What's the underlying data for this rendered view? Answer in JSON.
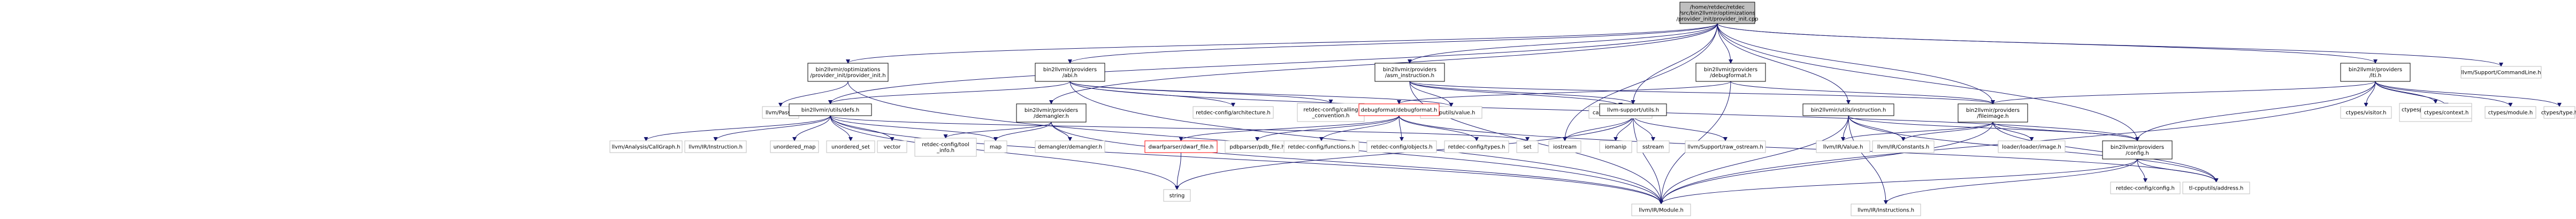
{
  "colors": {
    "edge": "#191970",
    "root_fill": "#bfbfbf",
    "leaf_border": "#bfbfbf",
    "red_border": "#ff0000"
  },
  "nodes": [
    {
      "id": "root",
      "lines": [
        "/home/retdec/retdec",
        "/src/bin2llvmir/optimizations",
        "/provider_init/provider_init.cpp"
      ],
      "style": "root"
    },
    {
      "id": "pinit",
      "lines": [
        "bin2llvmir/optimizations",
        "/provider_init/provider_init.h"
      ],
      "style": "normal"
    },
    {
      "id": "abi",
      "lines": [
        "bin2llvmir/providers",
        "/abi.h"
      ],
      "style": "normal"
    },
    {
      "id": "asmins",
      "lines": [
        "bin2llvmir/providers",
        "/asm_instruction.h"
      ],
      "style": "normal"
    },
    {
      "id": "debugfmt",
      "lines": [
        "bin2llvmir/providers",
        "/debugformat.h"
      ],
      "style": "normal"
    },
    {
      "id": "lti",
      "lines": [
        "bin2llvmir/providers",
        "/lti.h"
      ],
      "style": "normal"
    },
    {
      "id": "cmdline",
      "lines": [
        "llvm/Support/CommandLine.h"
      ],
      "style": "leaf"
    },
    {
      "id": "llvmpass",
      "lines": [
        "llvm/Pass.h"
      ],
      "style": "leaf"
    },
    {
      "id": "defs",
      "lines": [
        "bin2llvmir/utils/defs.h"
      ],
      "style": "normal"
    },
    {
      "id": "demangler",
      "lines": [
        "bin2llvmir/providers",
        "/demangler.h"
      ],
      "style": "normal"
    },
    {
      "id": "arch",
      "lines": [
        "retdec-config/architecture.h"
      ],
      "style": "leaf"
    },
    {
      "id": "callconv",
      "lines": [
        "retdec-config/calling",
        "_convention.h"
      ],
      "style": "leaf"
    },
    {
      "id": "tlvalue",
      "lines": [
        "tl-cpputils/value.h"
      ],
      "style": "leaf"
    },
    {
      "id": "capstone",
      "lines": [
        "capstone/capstone.h"
      ],
      "style": "leaf"
    },
    {
      "id": "instrh",
      "lines": [
        "bin2llvmir/utils/instruction.h"
      ],
      "style": "normal"
    },
    {
      "id": "fileimage",
      "lines": [
        "bin2llvmir/providers",
        "/fileimage.h"
      ],
      "style": "normal"
    },
    {
      "id": "cvisitor",
      "lines": [
        "ctypes/visitor.h"
      ],
      "style": "leaf"
    },
    {
      "id": "cjsonparser",
      "lines": [
        "ctypesparser/json_ctypes",
        "_parser.h"
      ],
      "style": "leaf"
    },
    {
      "id": "ccontext",
      "lines": [
        "ctypes/context.h"
      ],
      "style": "leaf"
    },
    {
      "id": "cmodule",
      "lines": [
        "ctypes/module.h"
      ],
      "style": "leaf"
    },
    {
      "id": "ctype",
      "lines": [
        "ctypes/type.h"
      ],
      "style": "leaf"
    },
    {
      "id": "debugformat2",
      "lines": [
        "debugformat/debugformat.h"
      ],
      "style": "red"
    },
    {
      "id": "utilsh",
      "lines": [
        "llvm-support/utils.h"
      ],
      "style": "normal"
    },
    {
      "id": "callgraph",
      "lines": [
        "llvm/Analysis/CallGraph.h"
      ],
      "style": "leaf"
    },
    {
      "id": "irinstr",
      "lines": [
        "llvm/IR/Instruction.h"
      ],
      "style": "leaf"
    },
    {
      "id": "umap",
      "lines": [
        "unordered_map"
      ],
      "style": "leaf"
    },
    {
      "id": "uset",
      "lines": [
        "unordered_set"
      ],
      "style": "leaf"
    },
    {
      "id": "vector",
      "lines": [
        "vector"
      ],
      "style": "leaf"
    },
    {
      "id": "toolinfo",
      "lines": [
        "retdec-config/tool",
        "_info.h"
      ],
      "style": "leaf"
    },
    {
      "id": "map",
      "lines": [
        "map"
      ],
      "style": "leaf"
    },
    {
      "id": "dmgh",
      "lines": [
        "demangler/demangler.h"
      ],
      "style": "leaf"
    },
    {
      "id": "dwarf",
      "lines": [
        "dwarfparser/dwarf_file.h"
      ],
      "style": "red"
    },
    {
      "id": "pdb",
      "lines": [
        "pdbparser/pdb_file.h"
      ],
      "style": "leaf"
    },
    {
      "id": "funcs",
      "lines": [
        "retdec-config/functions.h"
      ],
      "style": "leaf"
    },
    {
      "id": "objs",
      "lines": [
        "retdec-config/objects.h"
      ],
      "style": "leaf"
    },
    {
      "id": "ctypesh",
      "lines": [
        "retdec-config/types.h"
      ],
      "style": "leaf"
    },
    {
      "id": "set",
      "lines": [
        "set"
      ],
      "style": "leaf"
    },
    {
      "id": "iostream",
      "lines": [
        "iostream"
      ],
      "style": "leaf"
    },
    {
      "id": "iomanip",
      "lines": [
        "iomanip"
      ],
      "style": "leaf"
    },
    {
      "id": "sstream",
      "lines": [
        "sstream"
      ],
      "style": "leaf"
    },
    {
      "id": "rawostream",
      "lines": [
        "llvm/Support/raw_ostream.h"
      ],
      "style": "leaf"
    },
    {
      "id": "irvalue",
      "lines": [
        "llvm/IR/Value.h"
      ],
      "style": "leaf"
    },
    {
      "id": "irconst",
      "lines": [
        "llvm/IR/Constants.h"
      ],
      "style": "leaf"
    },
    {
      "id": "loader",
      "lines": [
        "loader/loader/image.h"
      ],
      "style": "leaf"
    },
    {
      "id": "config",
      "lines": [
        "bin2llvmir/providers",
        "/config.h"
      ],
      "style": "normal"
    },
    {
      "id": "string",
      "lines": [
        "string"
      ],
      "style": "leaf"
    },
    {
      "id": "irmodule",
      "lines": [
        "llvm/IR/Module.h"
      ],
      "style": "leaf"
    },
    {
      "id": "irinstrs",
      "lines": [
        "llvm/IR/Instructions.h"
      ],
      "style": "leaf"
    },
    {
      "id": "rconfig",
      "lines": [
        "retdec-config/config.h"
      ],
      "style": "leaf"
    },
    {
      "id": "tladdress",
      "lines": [
        "tl-cpputils/address.h"
      ],
      "style": "leaf"
    }
  ],
  "edges": [
    [
      "root",
      "pinit"
    ],
    [
      "root",
      "abi"
    ],
    [
      "root",
      "asmins"
    ],
    [
      "root",
      "debugfmt"
    ],
    [
      "root",
      "lti"
    ],
    [
      "root",
      "cmdline"
    ],
    [
      "root",
      "defs"
    ],
    [
      "root",
      "demangler"
    ],
    [
      "root",
      "utilsh"
    ],
    [
      "root",
      "iostream"
    ],
    [
      "root",
      "instrh"
    ],
    [
      "root",
      "fileimage"
    ],
    [
      "root",
      "config"
    ],
    [
      "pinit",
      "llvmpass"
    ],
    [
      "pinit",
      "irmodule"
    ],
    [
      "abi",
      "defs"
    ],
    [
      "abi",
      "arch"
    ],
    [
      "abi",
      "callconv"
    ],
    [
      "abi",
      "tlvalue"
    ],
    [
      "abi",
      "irmodule"
    ],
    [
      "abi",
      "config"
    ],
    [
      "asmins",
      "capstone"
    ],
    [
      "asmins",
      "utilsh"
    ],
    [
      "asmins",
      "irmodule"
    ],
    [
      "asmins",
      "tlvalue"
    ],
    [
      "asmins",
      "fileimage"
    ],
    [
      "debugfmt",
      "debugformat2"
    ],
    [
      "debugfmt",
      "irmodule"
    ],
    [
      "debugfmt",
      "fileimage"
    ],
    [
      "lti",
      "cvisitor"
    ],
    [
      "lti",
      "cjsonparser"
    ],
    [
      "lti",
      "ccontext"
    ],
    [
      "lti",
      "cmodule"
    ],
    [
      "lti",
      "ctype"
    ],
    [
      "lti",
      "fileimage"
    ],
    [
      "lti",
      "config"
    ],
    [
      "lti",
      "irmodule"
    ],
    [
      "defs",
      "callgraph"
    ],
    [
      "defs",
      "irinstr"
    ],
    [
      "defs",
      "umap"
    ],
    [
      "defs",
      "uset"
    ],
    [
      "defs",
      "vector"
    ],
    [
      "defs",
      "map"
    ],
    [
      "defs",
      "set"
    ],
    [
      "defs",
      "string"
    ],
    [
      "defs",
      "irmodule"
    ],
    [
      "demangler",
      "toolinfo"
    ],
    [
      "demangler",
      "map"
    ],
    [
      "demangler",
      "dmgh"
    ],
    [
      "demangler",
      "irmodule"
    ],
    [
      "debugformat2",
      "dwarf"
    ],
    [
      "debugformat2",
      "pdb"
    ],
    [
      "debugformat2",
      "funcs"
    ],
    [
      "debugformat2",
      "objs"
    ],
    [
      "debugformat2",
      "ctypesh"
    ],
    [
      "debugformat2",
      "tladdress"
    ],
    [
      "dwarf",
      "string"
    ],
    [
      "utilsh",
      "iostream"
    ],
    [
      "utilsh",
      "iomanip"
    ],
    [
      "utilsh",
      "sstream"
    ],
    [
      "utilsh",
      "rawostream"
    ],
    [
      "utilsh",
      "irmodule"
    ],
    [
      "utilsh",
      "string"
    ],
    [
      "instrh",
      "irvalue"
    ],
    [
      "instrh",
      "irconst"
    ],
    [
      "instrh",
      "irinstrs"
    ],
    [
      "instrh",
      "irmodule"
    ],
    [
      "instrh",
      "tladdress"
    ],
    [
      "instrh",
      "config"
    ],
    [
      "fileimage",
      "loader"
    ],
    [
      "fileimage",
      "irconst"
    ],
    [
      "fileimage",
      "irvalue"
    ],
    [
      "fileimage",
      "config"
    ],
    [
      "fileimage",
      "tladdress"
    ],
    [
      "fileimage",
      "irmodule"
    ],
    [
      "config",
      "rconfig"
    ],
    [
      "config",
      "tladdress"
    ],
    [
      "config",
      "irmodule"
    ],
    [
      "config",
      "irinstrs"
    ]
  ]
}
